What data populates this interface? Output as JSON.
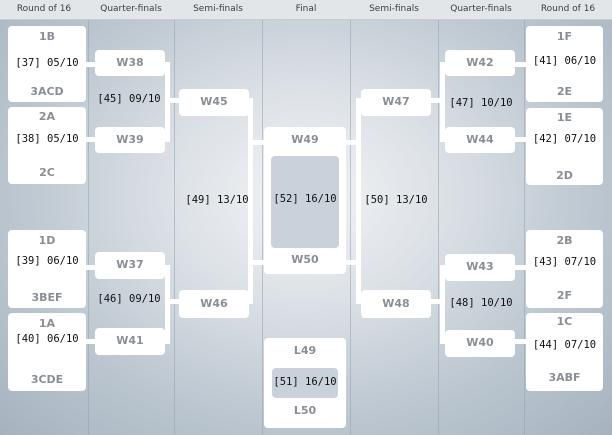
{
  "headers": {
    "r16_left": "Round of 16",
    "qf_left": "Quarter-finals",
    "sf_left": "Semi-finals",
    "final": "Final",
    "sf_right": "Semi-finals",
    "qf_right": "Quarter-finals",
    "r16_right": "Round of 16"
  },
  "r16": {
    "m37": {
      "top": "1D",
      "match": "[39] 06/10",
      "bottom": "3BEF"
    },
    "m38": {
      "top": "1B",
      "match": "[37] 05/10",
      "bottom": "3ACD"
    },
    "m39": {
      "top": "2A",
      "match": "[38] 05/10",
      "bottom": "2C"
    },
    "m40": {
      "top": "1C",
      "match": "[44] 07/10",
      "bottom": "3ABF"
    },
    "m41": {
      "top": "1A",
      "match": "[40] 06/10",
      "bottom": "3CDE"
    },
    "m42": {
      "top": "1F",
      "match": "[41] 06/10",
      "bottom": "2E"
    },
    "m43": {
      "top": "2B",
      "match": "[43] 07/10",
      "bottom": "2F"
    },
    "m44": {
      "top": "1E",
      "match": "[42] 07/10",
      "bottom": "2D"
    }
  },
  "qf": {
    "w38": "W38",
    "w39": "W39",
    "m45": "[45] 09/10",
    "w37": "W37",
    "w41": "W41",
    "m46": "[46] 09/10",
    "w42": "W42",
    "w44": "W44",
    "m47": "[47] 10/10",
    "w43": "W43",
    "w40": "W40",
    "m48": "[48] 10/10"
  },
  "sf": {
    "w45": "W45",
    "w46": "W46",
    "m49": "[49] 13/10",
    "w47": "W47",
    "w48": "W48",
    "m50": "[50] 13/10"
  },
  "final": {
    "w49": "W49",
    "w50": "W50",
    "m52": "[52] 16/10",
    "l49": "L49",
    "l50": "L50",
    "m51": "[51] 16/10"
  }
}
